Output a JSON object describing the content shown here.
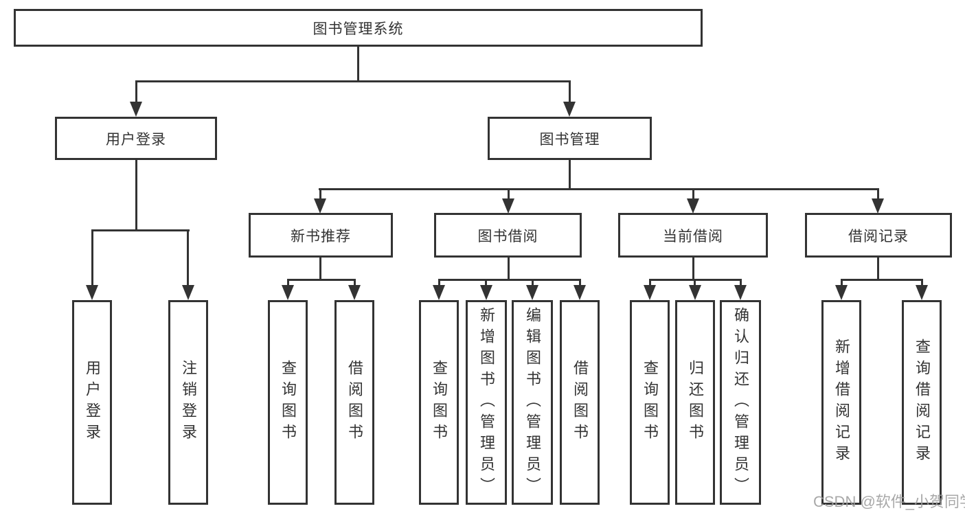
{
  "tree": {
    "root": "图书管理系统",
    "children": [
      {
        "label": "用户登录",
        "children": [
          "用户登录",
          "注销登录"
        ]
      },
      {
        "label": "图书管理",
        "children": [
          {
            "label": "新书推荐",
            "children": [
              "查询图书",
              "借阅图书"
            ]
          },
          {
            "label": "图书借阅",
            "children": [
              "查询图书",
              "新增图书（管理员）",
              "编辑图书（管理员）",
              "借阅图书"
            ]
          },
          {
            "label": "当前借阅",
            "children": [
              "查询图书",
              "归还图书",
              "确认归还（管理员）"
            ]
          },
          {
            "label": "借阅记录",
            "children": [
              "新增借阅记录",
              "查询借阅记录"
            ]
          }
        ]
      }
    ]
  },
  "watermark": {
    "text": "CSDN @软件_小贺同学"
  },
  "colors": {
    "line": "#333333",
    "box_background": "#ffffff",
    "text": "#333333",
    "watermark": "#9e9e9e"
  }
}
